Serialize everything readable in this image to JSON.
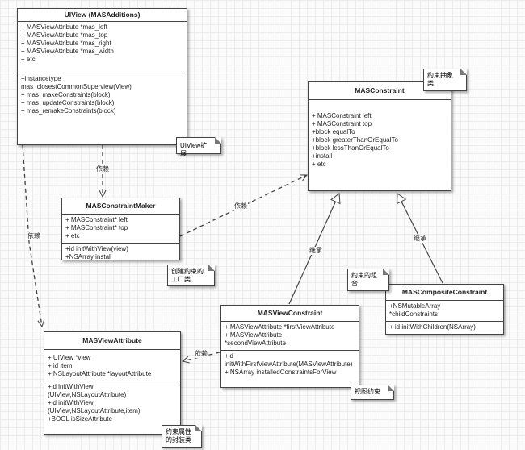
{
  "classes": {
    "uiview": {
      "name": "UIView (MASAdditions)",
      "attributes": [
        "+ MASViewAttribute *mas_left",
        "+ MASViewAttribute *mas_top",
        "+ MASViewAttribute *mas_right",
        "+ MASViewAttribute *mas_width",
        "+ etc"
      ],
      "methods": [
        "+instancetype",
        "mas_closestCommonSuperview(View)",
        "+ mas_makeConstraints(block)",
        "+ mas_updateConstraints(block)",
        "+ mas_remakeConstraints(block)"
      ]
    },
    "constraint": {
      "name": "MASConstraint",
      "attributes": [
        "+ MASConstraint left",
        "+ MASConstraint top",
        "+block equalTo",
        "+block greaterThanOrEqualTo",
        "+block lessThanOrEqualTo",
        "+install",
        "+ etc"
      ]
    },
    "maker": {
      "name": "MASConstraintMaker",
      "attributes": [
        "+ MASConstraint* left",
        "+ MASConstraint* top",
        "+ etc"
      ],
      "methods": [
        "+id initWithView(view)",
        "+NSArray install"
      ]
    },
    "composite": {
      "name": "MASCompositeConstraint",
      "attributes": [
        "+NSMutableArray",
        "*childConstraints"
      ],
      "methods": [
        "+ id initWithChildren(NSArray)"
      ]
    },
    "viewconstraint": {
      "name": "MASViewConstraint",
      "attributes": [
        "+ MASViewAttribute *firstViewAttribute",
        "+ MASViewAttribute",
        "*secondViewAttribute"
      ],
      "methods": [
        "+id",
        "initWithFirstViewAttribute(MASViewAttribute)",
        "+ NSArray installedConstraintsForView"
      ]
    },
    "viewattribute": {
      "name": "MASViewAttribute",
      "attributes": [
        "+ UIView *view",
        "+ id item",
        "+ NSLayoutAttribute *layoutAttribute"
      ],
      "methods": [
        "+id initWithView:",
        "(UIView,NSLayoutAttribute)",
        "+id initWithView:",
        "(UIView,NSLayoutAttribute,item)",
        "+BOOL isSizeAttribute"
      ]
    }
  },
  "notes": {
    "uiview_ext": "UIView扩展",
    "constraint_abstract": "约束抽象类",
    "maker_factory": "创建约束的工厂类",
    "composite_group": "约束的组合",
    "view_constraint": "视图约束",
    "attribute_wrapper": "约束属性的封装类"
  },
  "edge_labels": {
    "uiview_maker": "依赖",
    "uiview_attribute": "依赖",
    "maker_constraint": "依赖",
    "viewconstraint_attribute": "依赖",
    "viewconstraint_constraint": "继承",
    "composite_constraint": "继承"
  }
}
